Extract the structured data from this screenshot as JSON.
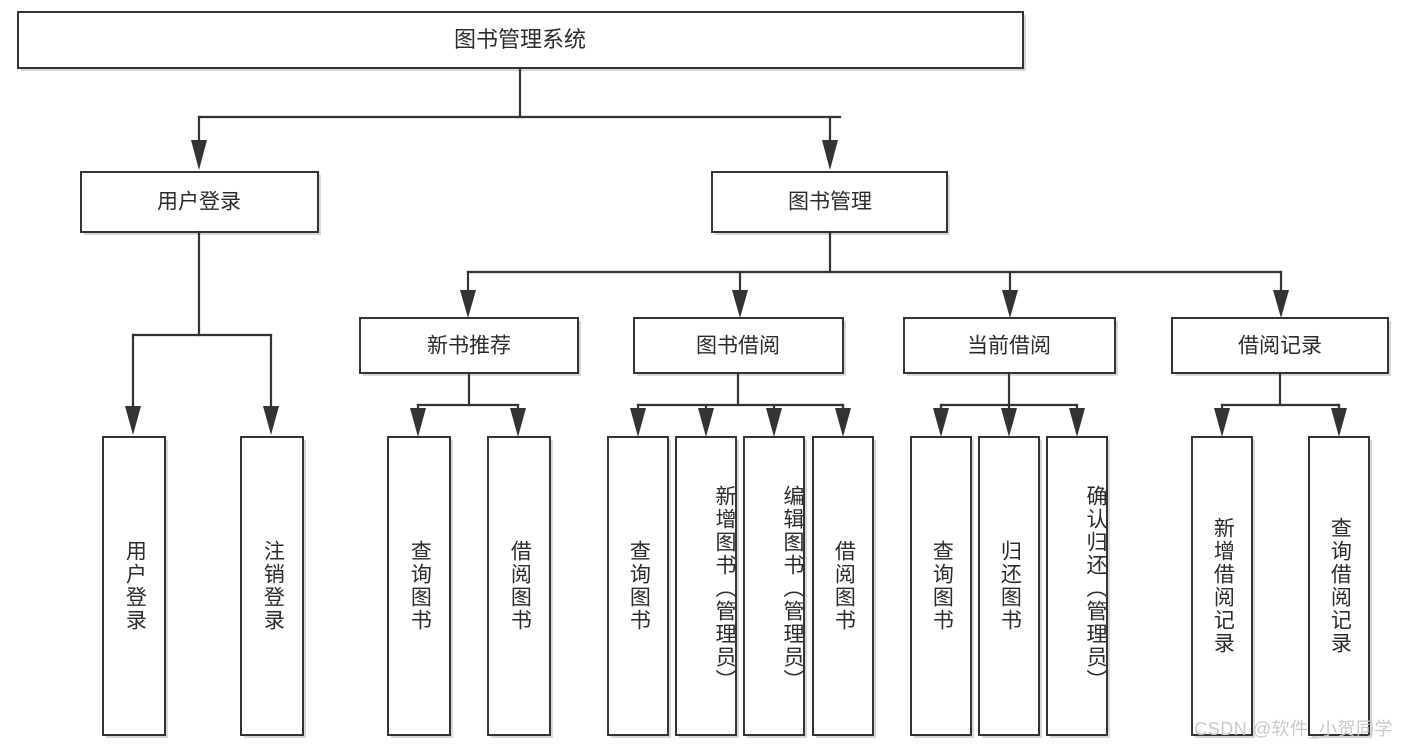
{
  "diagram": {
    "title": "图书管理系统",
    "watermark": "CSDN @软件_小贺同学",
    "colors": {
      "border": "#333333",
      "text": "#2b2b2b",
      "background": "#ffffff",
      "connector": "#333333",
      "watermark": "#c9c9c9"
    },
    "root": {
      "label": "图书管理系统"
    },
    "level2": [
      {
        "label": "用户登录"
      },
      {
        "label": "图书管理"
      }
    ],
    "level3": [
      {
        "label": "新书推荐"
      },
      {
        "label": "图书借阅"
      },
      {
        "label": "当前借阅"
      },
      {
        "label": "借阅记录"
      }
    ],
    "leaves": {
      "user_login": [
        {
          "label": "用户登录"
        },
        {
          "label": "注销登录"
        }
      ],
      "new_book": [
        {
          "label": "查询图书"
        },
        {
          "label": "借阅图书"
        }
      ],
      "book_borrow": [
        {
          "label": "查询图书"
        },
        {
          "label": "新增图书（管理员）"
        },
        {
          "label": "编辑图书（管理员）"
        },
        {
          "label": "借阅图书"
        }
      ],
      "current_borrow": [
        {
          "label": "查询图书"
        },
        {
          "label": "归还图书"
        },
        {
          "label": "确认归还（管理员）"
        }
      ],
      "borrow_record": [
        {
          "label": "新增借阅记录"
        },
        {
          "label": "查询借阅记录"
        }
      ]
    }
  }
}
